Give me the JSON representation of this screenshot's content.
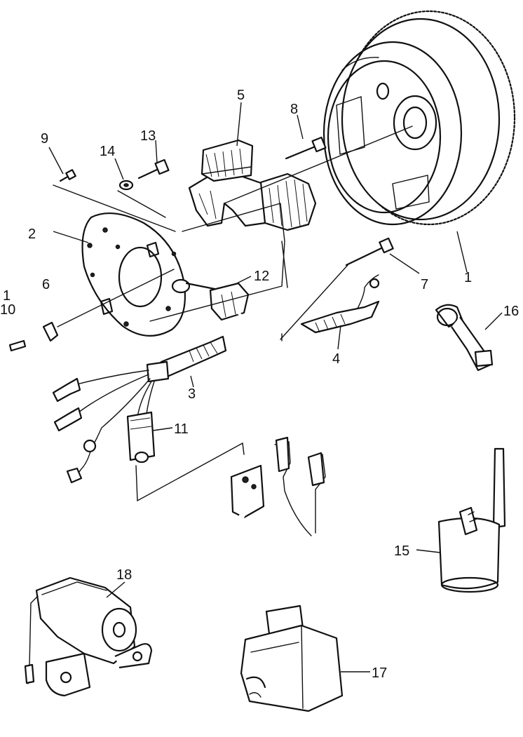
{
  "callouts": {
    "flywheel": "1",
    "stator_plate": "2",
    "wire_harness": "3",
    "pulser_coil": "4",
    "charge_coil": "5",
    "plate_label_6": "6",
    "screw_7": "7",
    "screw_8": "8",
    "screw_9": "9",
    "clamp_1": "1",
    "clamp_10": "10",
    "connector_11": "11",
    "lighting_coil_12": "12",
    "screw_13": "13",
    "washer_14": "14",
    "ignition_coil": "15",
    "plug_cap": "16",
    "cdi_unit": "17",
    "starter_relay": "18"
  }
}
